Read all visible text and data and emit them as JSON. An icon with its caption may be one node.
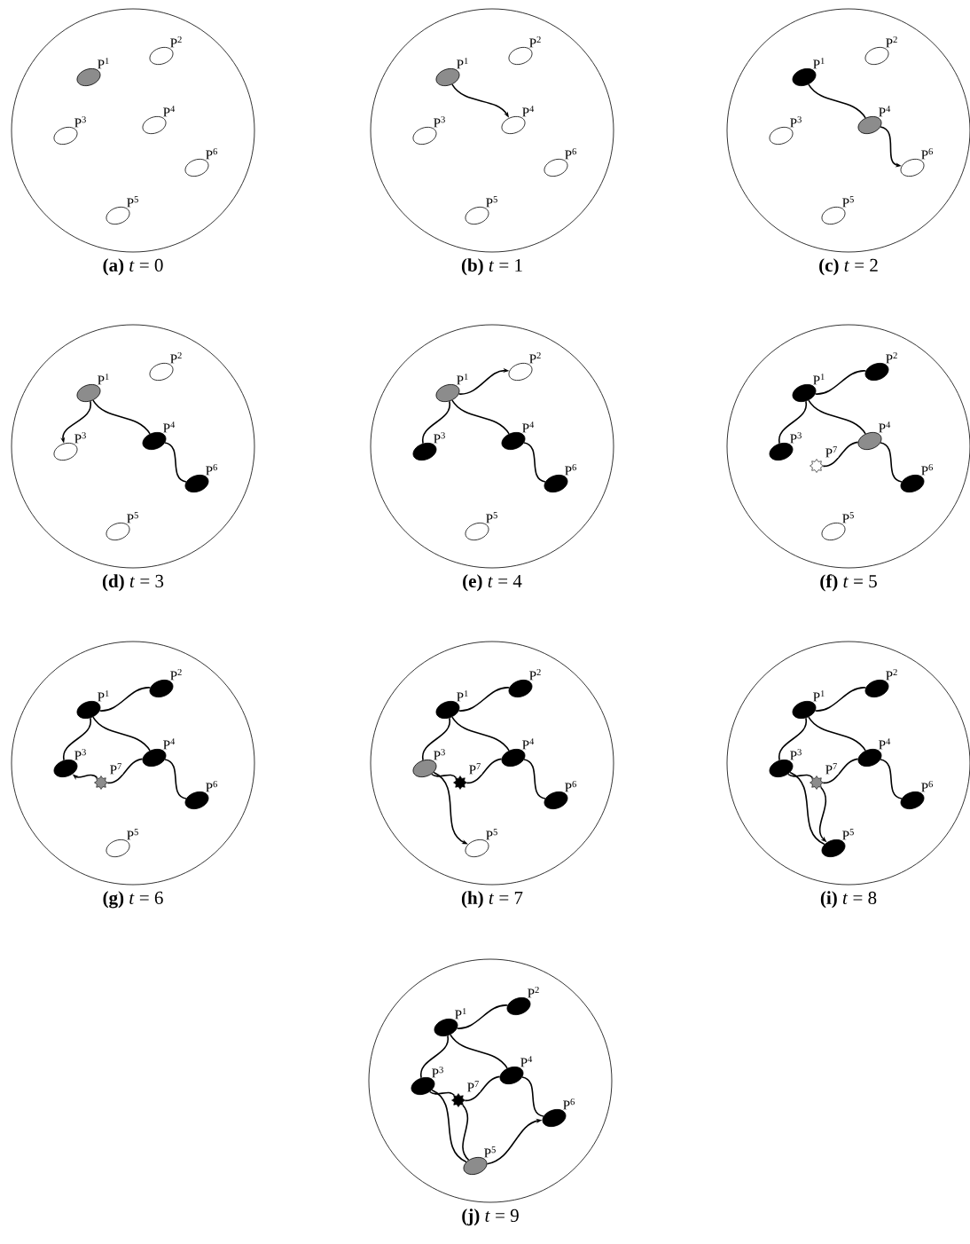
{
  "diagram": {
    "nodes": [
      {
        "text": [],
        "shape": "circle",
        "beside": [
          "**(a)** *t* = 0"
        ]
      },
      {
        "text": [
          "P$^{1}$"
        ],
        "in": 0
      },
      {
        "text": [
          "P$^{2}$"
        ],
        "in": 0
      },
      {
        "text": [
          "P$^{3}$"
        ],
        "in": 0
      },
      {
        "text": [
          "P$^{4}$"
        ],
        "in": 0
      },
      {
        "text": [
          "P$^{5}$"
        ],
        "in": 0
      },
      {
        "text": [
          "P$^{6}$"
        ],
        "in": 0
      },
      {
        "text": [],
        "shape": "circle",
        "beside": [
          "**(b)** *t* = 1"
        ]
      },
      {
        "text": [
          "P$^{1}$"
        ],
        "in": 7
      },
      {
        "text": [
          "P$^{2}$"
        ],
        "in": 7
      },
      {
        "text": [
          "P$^{3}$"
        ],
        "in": 7
      },
      {
        "text": [
          "P$^{4}$"
        ],
        "in": 7
      },
      {
        "text": [
          "P$^{5}$"
        ],
        "in": 7
      },
      {
        "text": [
          "P$^{6}$"
        ],
        "in": 7
      },
      {
        "text": [],
        "shape": "circle",
        "beside": [
          "**(c)** *t* = 2"
        ]
      },
      {
        "text": [
          "P$^{1}$"
        ],
        "in": 14
      },
      {
        "text": [
          "P$^{2}$"
        ],
        "in": 14
      },
      {
        "text": [
          "P$^{3}$"
        ],
        "in": 14
      },
      {
        "text": [
          "P$^{4}$"
        ],
        "in": 14
      },
      {
        "text": [
          "P$^{5}$"
        ],
        "in": 14
      },
      {
        "text": [
          "P$^{6}$"
        ],
        "in": 14
      },
      {
        "text": [],
        "shape": "circle",
        "beside": [
          "**(d)** *t* = 3"
        ]
      },
      {
        "text": [
          "P$^{1}$"
        ],
        "in": 21
      },
      {
        "text": [
          "P$^{2}$"
        ],
        "in": 21
      },
      {
        "text": [
          "P$^{3}$"
        ],
        "in": 21
      },
      {
        "text": [
          "P$^{4}$"
        ],
        "in": 21
      },
      {
        "text": [
          "P$^{5}$"
        ],
        "in": 21
      },
      {
        "text": [
          "P$^{6}$"
        ],
        "in": 21
      },
      {
        "text": [],
        "shape": "circle",
        "beside": [
          "**(e)** *t* = 4"
        ]
      },
      {
        "text": [
          "P$^{1}$"
        ],
        "in": 28
      },
      {
        "text": [
          "P$^{2}$"
        ],
        "in": 28
      },
      {
        "text": [
          "P$^{3}$"
        ],
        "in": 28
      },
      {
        "text": [
          "P$^{4}$"
        ],
        "in": 28
      },
      {
        "text": [
          "P$^{5}$"
        ],
        "in": 28
      },
      {
        "text": [
          "P$^{6}$"
        ],
        "in": 28
      },
      {
        "text": [],
        "shape": "circle",
        "beside": [
          "**(f)** *t* = 5"
        ]
      },
      {
        "text": [
          "P$^{1}$"
        ],
        "in": 35
      },
      {
        "text": [
          "P$^{2}$"
        ],
        "in": 35
      },
      {
        "text": [
          "P$^{3}$"
        ],
        "in": 35
      },
      {
        "text": [
          "P$^{4}$"
        ],
        "in": 35
      },
      {
        "text": [
          "P$^{5}$"
        ],
        "in": 35
      },
      {
        "text": [
          "P$^{6}$"
        ],
        "in": 35
      },
      {
        "text": [
          "P$^{7}$"
        ],
        "in": 35
      },
      {
        "text": [],
        "shape": "circle",
        "beside": [
          "**(g)** *t* = 6"
        ]
      },
      {
        "text": [
          "P$^{1}$"
        ],
        "in": 43
      },
      {
        "text": [
          "P$^{2}$"
        ],
        "in": 43
      },
      {
        "text": [
          "P$^{3}$"
        ],
        "in": 43
      },
      {
        "text": [
          "P$^{4}$"
        ],
        "in": 43
      },
      {
        "text": [
          "P$^{5}$"
        ],
        "in": 43
      },
      {
        "text": [
          "P$^{6}$"
        ],
        "in": 43
      },
      {
        "text": [
          "P$^{7}$"
        ],
        "in": 43
      },
      {
        "text": [],
        "shape": "circle",
        "beside": [
          "**(h)** *t* = 7"
        ]
      },
      {
        "text": [
          "P$^{1}$"
        ],
        "in": 51
      },
      {
        "text": [
          "P$^{2}$"
        ],
        "in": 51
      },
      {
        "text": [
          "P$^{3}$"
        ],
        "in": 51
      },
      {
        "text": [
          "P$^{4}$"
        ],
        "in": 51
      },
      {
        "text": [
          "P$^{5}$"
        ],
        "in": 51
      },
      {
        "text": [
          "P$^{6}$"
        ],
        "in": 51
      },
      {
        "text": [
          "P$^{7}$"
        ],
        "in": 51
      },
      {
        "text": [],
        "shape": "circle",
        "beside": [
          "**(i)** *t* = 8"
        ]
      },
      {
        "text": [
          "P$^{1}$"
        ],
        "in": 59
      },
      {
        "text": [
          "P$^{2}$"
        ],
        "in": 59
      },
      {
        "text": [
          "P$^{3}$"
        ],
        "in": 59
      },
      {
        "text": [
          "P$^{4}$"
        ],
        "in": 59
      },
      {
        "text": [
          "P$^{5}$"
        ],
        "in": 59
      },
      {
        "text": [
          "P$^{6}$"
        ],
        "in": 59
      },
      {
        "text": [
          "P$^{7}$"
        ],
        "in": 59
      },
      {
        "text": [],
        "shape": "circle",
        "beside": [
          "**(j)** *t* = 9"
        ]
      },
      {
        "text": [
          "P$^{1}$"
        ],
        "in": 67
      },
      {
        "text": [
          "P$^{2}$"
        ],
        "in": 67
      },
      {
        "text": [
          "P$^{3}$"
        ],
        "in": 67
      },
      {
        "text": [
          "P$^{4}$"
        ],
        "in": 67
      },
      {
        "text": [
          "P$^{5}$"
        ],
        "in": 67
      },
      {
        "text": [
          "P$^{6}$"
        ],
        "in": 67
      },
      {
        "text": [
          "P$^{7}$"
        ],
        "in": 67
      }
    ],
    "edges": [
      {
        "from": 8,
        "to": 11,
        "arrow": "to"
      },
      {
        "from": 15,
        "to": 18,
        "arrow": "none"
      },
      {
        "from": 18,
        "to": 20,
        "arrow": "to"
      },
      {
        "from": 22,
        "to": 25,
        "arrow": "none"
      },
      {
        "from": 25,
        "to": 27,
        "arrow": "none"
      },
      {
        "from": 22,
        "to": 24,
        "arrow": "to"
      },
      {
        "from": 29,
        "to": 31,
        "arrow": "none"
      },
      {
        "from": 29,
        "to": 32,
        "arrow": "none"
      },
      {
        "from": 32,
        "to": 34,
        "arrow": "none"
      },
      {
        "from": 29,
        "to": 30,
        "arrow": "to"
      },
      {
        "from": 36,
        "to": 37,
        "arrow": "none"
      },
      {
        "from": 36,
        "to": 38,
        "arrow": "none"
      },
      {
        "from": 36,
        "to": 39,
        "arrow": "none"
      },
      {
        "from": 39,
        "to": 41,
        "arrow": "none"
      },
      {
        "from": 39,
        "to": 42,
        "arrow": "none"
      },
      {
        "from": 44,
        "to": 45,
        "arrow": "none"
      },
      {
        "from": 44,
        "to": 46,
        "arrow": "none"
      },
      {
        "from": 44,
        "to": 47,
        "arrow": "none"
      },
      {
        "from": 47,
        "to": 49,
        "arrow": "none"
      },
      {
        "from": 47,
        "to": 50,
        "arrow": "none"
      },
      {
        "from": 50,
        "to": 46,
        "arrow": "to"
      },
      {
        "from": 52,
        "to": 53,
        "arrow": "none"
      },
      {
        "from": 52,
        "to": 54,
        "arrow": "none"
      },
      {
        "from": 52,
        "to": 55,
        "arrow": "none"
      },
      {
        "from": 55,
        "to": 57,
        "arrow": "none"
      },
      {
        "from": 55,
        "to": 58,
        "arrow": "none"
      },
      {
        "from": 58,
        "to": 54,
        "arrow": "none"
      },
      {
        "from": 54,
        "to": 56,
        "arrow": "to"
      },
      {
        "from": 60,
        "to": 61,
        "arrow": "none"
      },
      {
        "from": 60,
        "to": 62,
        "arrow": "none"
      },
      {
        "from": 60,
        "to": 63,
        "arrow": "none"
      },
      {
        "from": 63,
        "to": 65,
        "arrow": "none"
      },
      {
        "from": 63,
        "to": 66,
        "arrow": "none"
      },
      {
        "from": 66,
        "to": 62,
        "arrow": "none"
      },
      {
        "from": 62,
        "to": 64,
        "arrow": "none"
      },
      {
        "from": 66,
        "to": 64,
        "arrow": "to"
      },
      {
        "from": 68,
        "to": 69,
        "arrow": "none"
      },
      {
        "from": 68,
        "to": 70,
        "arrow": "none"
      },
      {
        "from": 68,
        "to": 71,
        "arrow": "none"
      },
      {
        "from": 71,
        "to": 73,
        "arrow": "none"
      },
      {
        "from": 71,
        "to": 74,
        "arrow": "none"
      },
      {
        "from": 74,
        "to": 70,
        "arrow": "none"
      },
      {
        "from": 70,
        "to": 72,
        "arrow": "none"
      },
      {
        "from": 74,
        "to": 72,
        "arrow": "none"
      },
      {
        "from": 72,
        "to": 73,
        "arrow": "to"
      }
    ]
  }
}
